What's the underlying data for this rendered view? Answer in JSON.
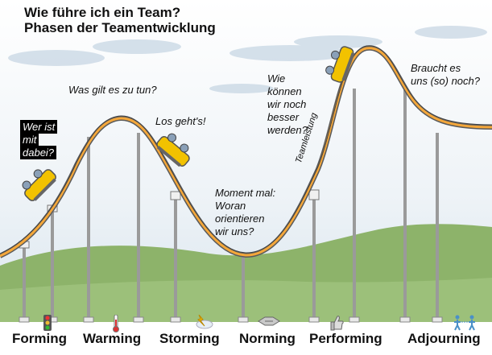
{
  "title_line1": "Wie führe ich ein Team?",
  "title_line2": "Phasen der Teamentwicklung",
  "annotations": {
    "wer_ist_mit_dabei": [
      "Wer ist",
      "mit",
      "dabei?"
    ],
    "was_gilt_es": "Was gilt es zu tun?",
    "los_gehts": "Los geht's!",
    "moment_mal": [
      "Moment mal:",
      "Woran",
      "orientieren",
      "wir uns?"
    ],
    "wie_koennen": [
      "Wie",
      "können",
      "wir noch",
      "besser",
      "werden?"
    ],
    "braucht_es": [
      "Braucht es",
      "uns (so) noch?"
    ],
    "teamleistung": "Teamleistung"
  },
  "phases": [
    "Forming",
    "Warming",
    "Storming",
    "Norming",
    "Performing",
    "Adjourning"
  ],
  "icons": [
    "traffic-light-icon",
    "thermometer-icon",
    "lightning-cloud-icon",
    "handshake-icon",
    "thumbs-up-icon",
    "people-parting-icon"
  ],
  "colors": {
    "sky": "#dfe9f2",
    "grass": "#8db36a",
    "track": "#f4a73a",
    "cart": "#f2c200"
  }
}
